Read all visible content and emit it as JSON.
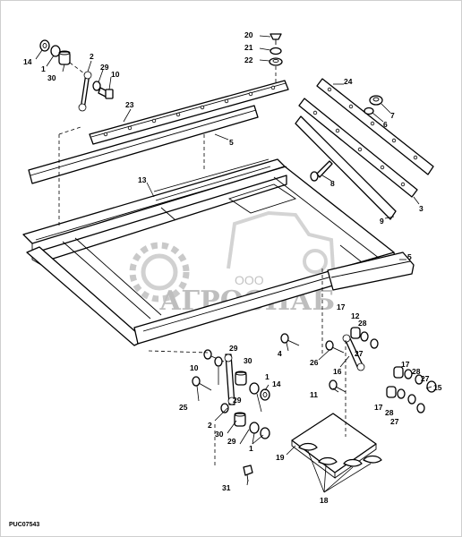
{
  "diagram": {
    "drawing_code": "PUC07543",
    "watermark": {
      "prefix": "ООО",
      "name": "АГРОСНАБ"
    },
    "callouts": [
      {
        "id": "c-20",
        "text": "20"
      },
      {
        "id": "c-21",
        "text": "21"
      },
      {
        "id": "c-22",
        "text": "22"
      },
      {
        "id": "c-14a",
        "text": "14"
      },
      {
        "id": "c-1a",
        "text": "1"
      },
      {
        "id": "c-30a",
        "text": "30"
      },
      {
        "id": "c-2a",
        "text": "2"
      },
      {
        "id": "c-29a",
        "text": "29"
      },
      {
        "id": "c-10a",
        "text": "10"
      },
      {
        "id": "c-23",
        "text": "23"
      },
      {
        "id": "c-5a",
        "text": "5"
      },
      {
        "id": "c-24",
        "text": "24"
      },
      {
        "id": "c-7",
        "text": "7"
      },
      {
        "id": "c-6",
        "text": "6"
      },
      {
        "id": "c-8",
        "text": "8"
      },
      {
        "id": "c-3",
        "text": "3"
      },
      {
        "id": "c-9",
        "text": "9"
      },
      {
        "id": "c-13",
        "text": "13"
      },
      {
        "id": "c-5b",
        "text": "5"
      },
      {
        "id": "c-17a",
        "text": "17"
      },
      {
        "id": "c-12",
        "text": "12"
      },
      {
        "id": "c-28a",
        "text": "28"
      },
      {
        "id": "c-27a",
        "text": "27"
      },
      {
        "id": "c-4",
        "text": "4"
      },
      {
        "id": "c-26",
        "text": "26"
      },
      {
        "id": "c-16",
        "text": "16"
      },
      {
        "id": "c-10b",
        "text": "10"
      },
      {
        "id": "c-29b",
        "text": "29"
      },
      {
        "id": "c-30b",
        "text": "30"
      },
      {
        "id": "c-1b",
        "text": "1"
      },
      {
        "id": "c-14b",
        "text": "14"
      },
      {
        "id": "c-25",
        "text": "25"
      },
      {
        "id": "c-29c",
        "text": "29"
      },
      {
        "id": "c-2b",
        "text": "2"
      },
      {
        "id": "c-30c",
        "text": "30"
      },
      {
        "id": "c-29d",
        "text": "29"
      },
      {
        "id": "c-1c",
        "text": "1"
      },
      {
        "id": "c-11",
        "text": "11"
      },
      {
        "id": "c-17b",
        "text": "17"
      },
      {
        "id": "c-28b",
        "text": "28"
      },
      {
        "id": "c-27b",
        "text": "27"
      },
      {
        "id": "c-17c",
        "text": "17"
      },
      {
        "id": "c-28c",
        "text": "28"
      },
      {
        "id": "c-27c",
        "text": "27"
      },
      {
        "id": "c-15",
        "text": "15"
      },
      {
        "id": "c-19",
        "text": "19"
      },
      {
        "id": "c-18",
        "text": "18"
      },
      {
        "id": "c-31",
        "text": "31"
      }
    ]
  }
}
